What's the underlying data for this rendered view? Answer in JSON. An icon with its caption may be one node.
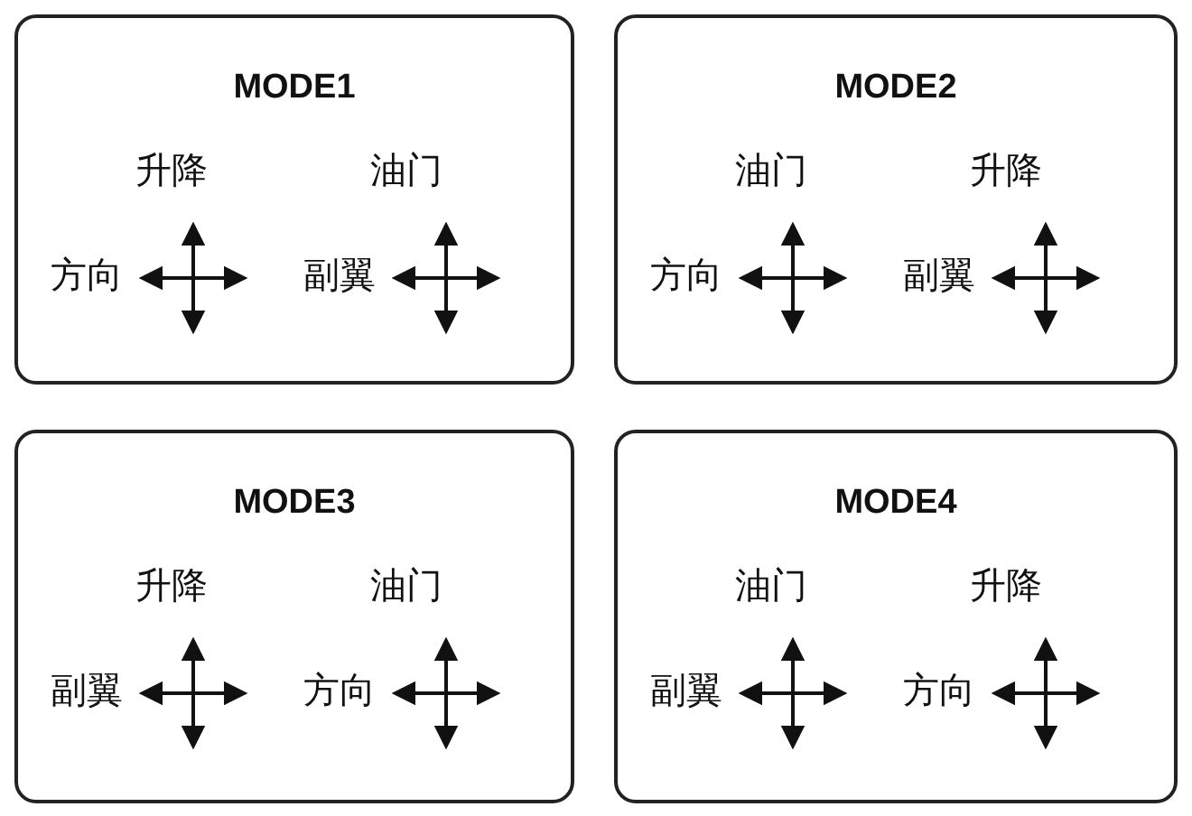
{
  "diagram": {
    "nodes": [
      {
        "text": [
          "MODE1",
          "升降",
          "油门",
          "方向",
          "副翼"
        ]
      },
      {
        "text": [
          "MODE2",
          "油门",
          "升降",
          "方向",
          "副翼"
        ]
      },
      {
        "text": [
          "MODE3",
          "升降",
          "油门",
          "副翼",
          "方向"
        ]
      },
      {
        "text": [
          "MODE4",
          "油门",
          "升降",
          "副翼",
          "方向"
        ]
      }
    ],
    "edges": []
  }
}
